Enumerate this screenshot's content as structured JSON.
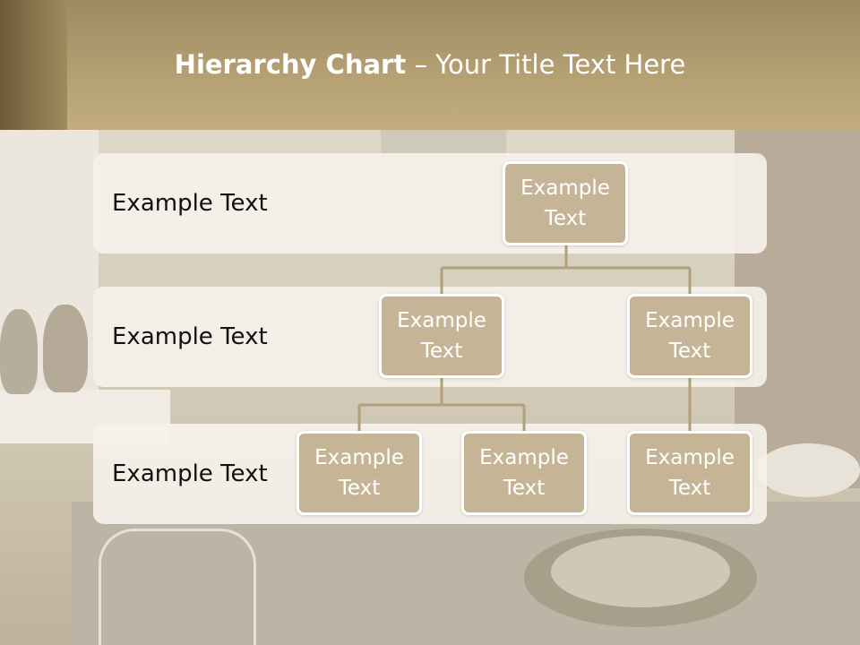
{
  "title": {
    "bold": "Hierarchy Chart",
    "separator": " – ",
    "rest": "Your Title Text Here"
  },
  "levels": [
    {
      "label": "Example Text"
    },
    {
      "label": "Example Text"
    },
    {
      "label": "Example Text"
    }
  ],
  "nodes": {
    "root": "Example\nText",
    "l2_left": "Example\nText",
    "l2_right": "Example\nText",
    "l3_left": "Example\nText",
    "l3_middle": "Example\nText",
    "l3_right": "Example\nText"
  },
  "colors": {
    "title_band": "#b39f72",
    "node_fill": "#c5b596",
    "node_border": "#ffffff",
    "connector": "#b1a079",
    "level_band": "#f6f2eb"
  }
}
